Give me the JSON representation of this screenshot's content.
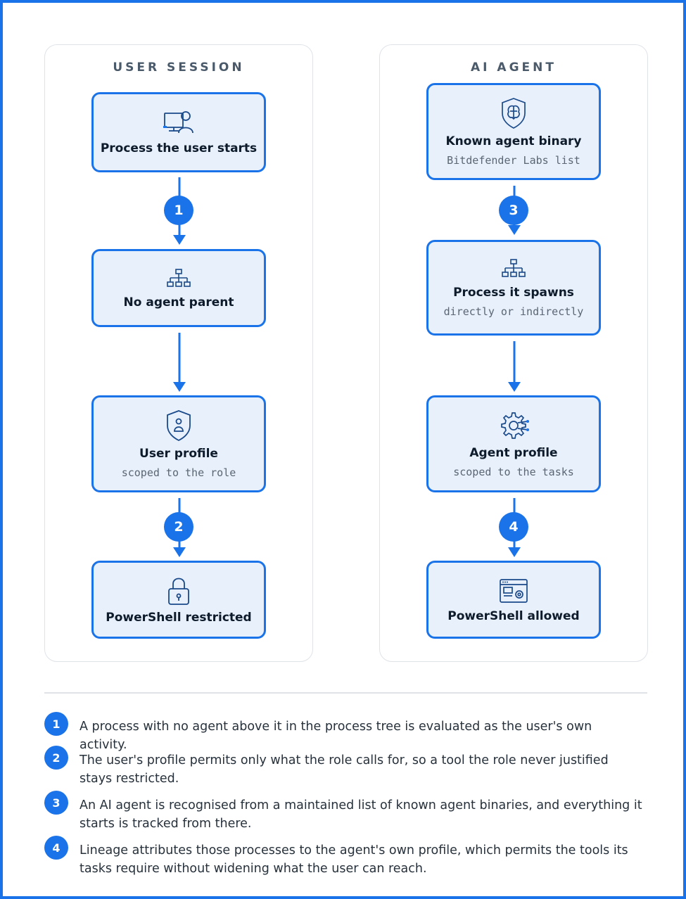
{
  "colors": {
    "accent": "#1a73e8",
    "node_fill": "#e8f0fc",
    "frame_border": "#1a73e8"
  },
  "user_session": {
    "title": "USER SESSION",
    "nodes": [
      {
        "label": "Process the user starts",
        "icon": "user-at-computer-icon"
      },
      {
        "label": "No agent parent",
        "icon": "hierarchy-tree-icon"
      },
      {
        "label": "User profile",
        "sub": "scoped to the role",
        "icon": "shield-user-icon"
      },
      {
        "label": "PowerShell restricted",
        "icon": "padlock-icon"
      }
    ],
    "badges": [
      "1",
      "2"
    ]
  },
  "ai_agent": {
    "title": "AI AGENT",
    "nodes": [
      {
        "label": "Known agent binary",
        "sub": "Bitdefender Labs list",
        "icon": "shield-brain-icon"
      },
      {
        "label": "Process it spawns",
        "sub": "directly or indirectly",
        "icon": "hierarchy-tree-icon"
      },
      {
        "label": "Agent profile",
        "sub": "scoped to the tasks",
        "icon": "gear-circuit-icon"
      },
      {
        "label": "PowerShell allowed",
        "icon": "terminal-window-gear-icon"
      }
    ],
    "badges": [
      "3",
      "4"
    ]
  },
  "notes": [
    {
      "num": "1",
      "text": "A process with no agent above it in the process tree is evaluated as the user's own activity."
    },
    {
      "num": "2",
      "text": "The user's profile permits only what the role calls for, so a tool the role never justified stays restricted."
    },
    {
      "num": "3",
      "text": "An AI agent is recognised from a maintained list of known agent binaries, and everything it starts is tracked from there."
    },
    {
      "num": "4",
      "text": "Lineage attributes those processes to the agent's own profile, which permits the tools its tasks require without widening what the user can reach."
    }
  ]
}
